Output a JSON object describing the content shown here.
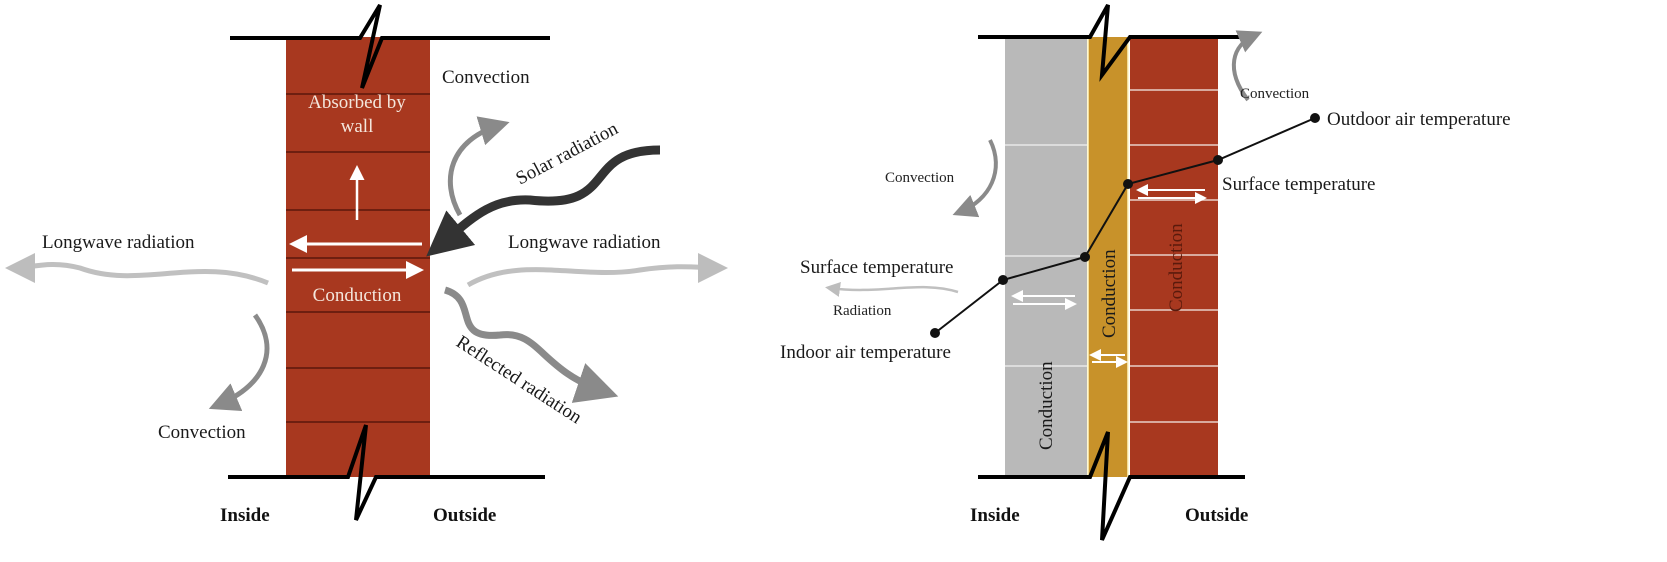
{
  "left": {
    "absorbed": [
      "Absorbed by",
      "wall"
    ],
    "convection_top": "Convection",
    "solar": "Solar radiation",
    "longwave_left": "Longwave radiation",
    "longwave_right": "Longwave radiation",
    "conduction": "Conduction",
    "reflected": "Reflected radiation",
    "convection_bottom": "Convection",
    "inside": "Inside",
    "outside": "Outside"
  },
  "right": {
    "convection_out": "Convection",
    "outdoor_air": "Outdoor air temperature",
    "surface_out": "Surface temperature",
    "convection_in": "Convection",
    "surface_in": "Surface temperature",
    "radiation": "Radiation",
    "indoor_air": "Indoor air temperature",
    "conduction_gray": "Conduction",
    "conduction_wood": "Conduction",
    "conduction_brick": "Conduction",
    "inside": "Inside",
    "outside": "Outside"
  },
  "colors": {
    "brick": "#a8381f",
    "concrete": "#b9b9b9",
    "wood": "#c8922a",
    "arrow_gray": "#8a8a8a",
    "solar": "#333333"
  }
}
